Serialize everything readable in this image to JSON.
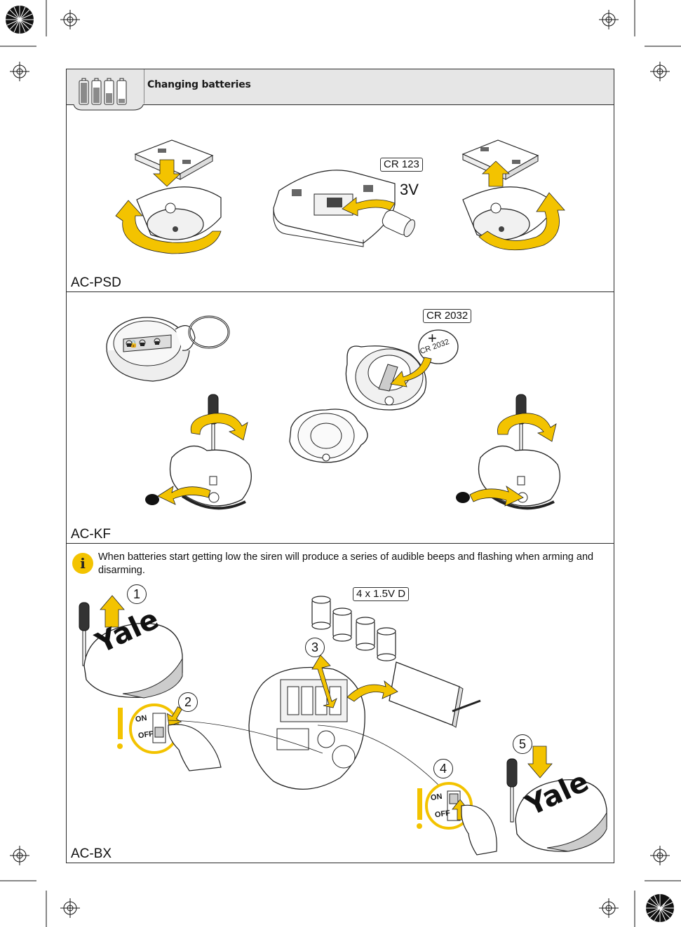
{
  "header": {
    "title": "Changing batteries",
    "icon": "battery-levels-icon"
  },
  "sections": {
    "psd": {
      "label": "AC-PSD",
      "battery_type": "CR 123",
      "voltage": "3V"
    },
    "kf": {
      "label": "AC-KF",
      "battery_type": "CR 2032",
      "coin_marking": "CR 2032",
      "coin_plus": "+"
    },
    "bx": {
      "label": "AC-BX",
      "info_text": "When batteries start getting low the siren will produce a series of audible beeps and flashing when arming and disarming.",
      "info_icon_glyph": "i",
      "battery_type": "4 x 1.5V  D",
      "brand": "Yale",
      "switch_on": "ON",
      "switch_off": "OFF",
      "steps": [
        "1",
        "2",
        "3",
        "4",
        "5"
      ]
    }
  },
  "colors": {
    "accent_yellow": "#f3c300",
    "line": "#2a2a2a",
    "header_bg": "#e6e6e6"
  }
}
